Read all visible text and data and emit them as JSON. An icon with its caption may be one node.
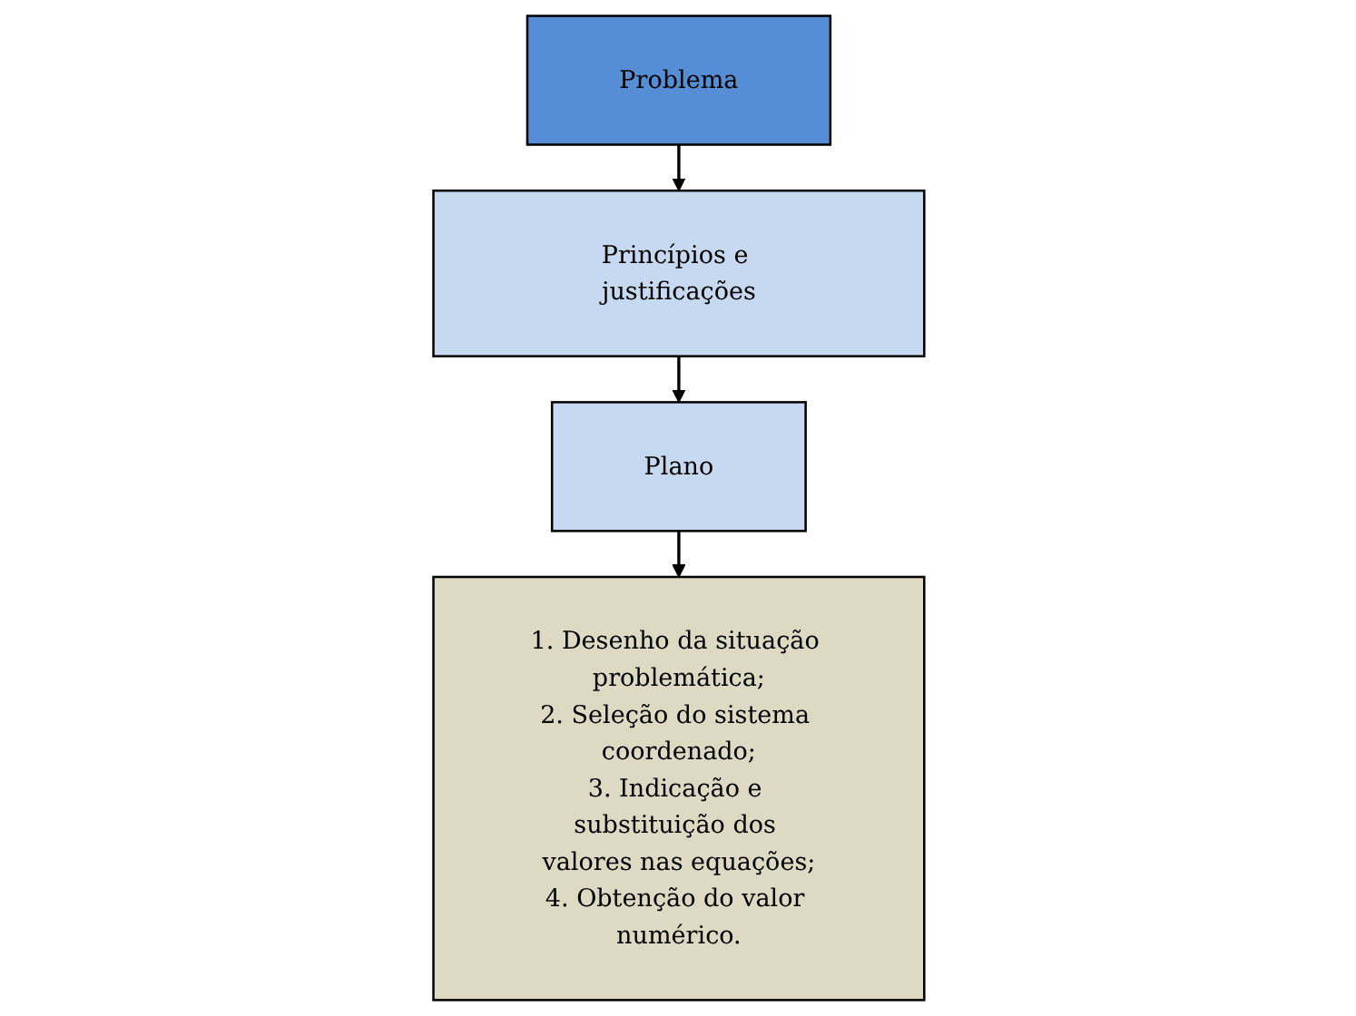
{
  "diagram": {
    "nodes": [
      {
        "text": [
          "Problema"
        ]
      },
      {
        "text": [
          "Princípios e justificações"
        ]
      },
      {
        "text": [
          "Plano"
        ]
      },
      {
        "text": [
          "1. Desenho da situação problemática;",
          "2. Seleção do sistema coordenado;",
          "3. Indicação e substituição dos valores nas equações;",
          "4. Obtenção do valor numérico."
        ]
      }
    ],
    "edges": [
      {
        "from": 0,
        "to": 1,
        "arrow": "to"
      },
      {
        "from": 1,
        "to": 2,
        "arrow": "to"
      },
      {
        "from": 2,
        "to": 3,
        "arrow": "to"
      }
    ]
  }
}
